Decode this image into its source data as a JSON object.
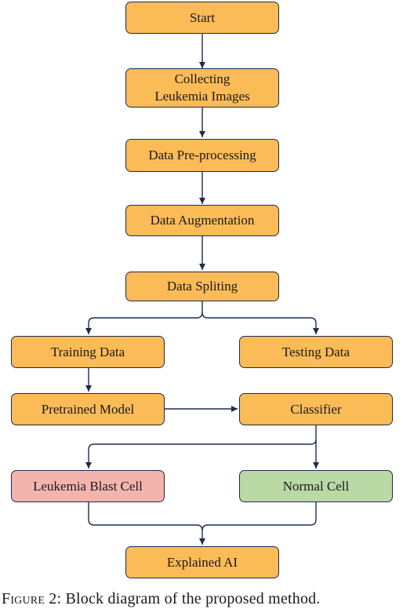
{
  "nodes": {
    "start": "Start",
    "collecting": "Collecting Leukemia Images",
    "preprocessing": "Data Pre-processing",
    "augmentation": "Data Augmentation",
    "splitting": "Data Spliting",
    "training": "Training Data",
    "testing": "Testing Data",
    "pretrained": "Pretrained Model",
    "classifier": "Classifier",
    "blast": "Leukemia Blast Cell",
    "normal": "Normal Cell",
    "explained": "Explained AI"
  },
  "caption": {
    "label": "Figure 2:",
    "text": "Block diagram of the proposed method."
  },
  "colors": {
    "process": "#fbbb57",
    "blast": "#f4b4ae",
    "normal": "#b9d9a5",
    "border": "#1f2a52",
    "arrow": "#1f2a52"
  }
}
